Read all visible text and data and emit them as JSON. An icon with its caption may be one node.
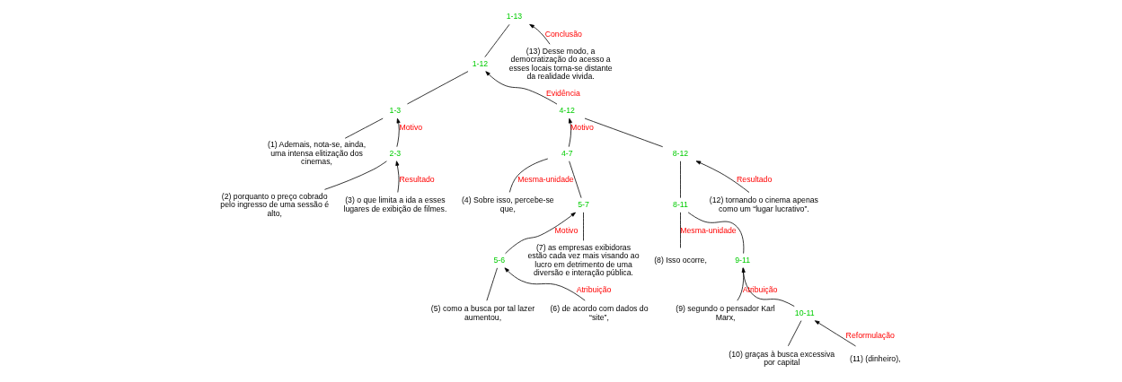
{
  "diagram": {
    "nodes": [
      {
        "text": [
          "1-13"
        ]
      },
      {
        "text": [
          "1-12"
        ]
      },
      {
        "text": [
          "(13) Desse modo, a democratização do acesso a esses locais torna-se distante da realidade vivida."
        ]
      },
      {
        "text": [
          "1-3"
        ]
      },
      {
        "text": [
          "4-12"
        ]
      },
      {
        "text": [
          "(1) Ademais, nota-se, ainda, uma intensa elitização dos cinemas,"
        ]
      },
      {
        "text": [
          "2-3"
        ]
      },
      {
        "text": [
          "4-7"
        ]
      },
      {
        "text": [
          "8-12"
        ]
      },
      {
        "text": [
          "(2) porquanto o preço cobrado pelo ingresso de uma sessão é alto,"
        ]
      },
      {
        "text": [
          "(3) o que limita a ida a esses lugares de exibição de filmes."
        ]
      },
      {
        "text": [
          "(4) Sobre isso, percebe-se que,"
        ]
      },
      {
        "text": [
          "5-7"
        ]
      },
      {
        "text": [
          "8-11"
        ]
      },
      {
        "text": [
          "(12) tornando o cinema apenas como um “lugar lucrativo”."
        ]
      },
      {
        "text": [
          "5-6"
        ]
      },
      {
        "text": [
          "(7) as empresas exibidoras estão cada vez mais visando ao lucro em detrimento de uma diversão e interação pública."
        ]
      },
      {
        "text": [
          "(8) Isso ocorre,"
        ]
      },
      {
        "text": [
          "9-11"
        ]
      },
      {
        "text": [
          "(5) como a busca por tal lazer aumentou,"
        ]
      },
      {
        "text": [
          "(6) de acordo com dados do “site”,"
        ]
      },
      {
        "text": [
          "(9) segundo o pensador Karl Marx,"
        ]
      },
      {
        "text": [
          "10-11"
        ]
      },
      {
        "text": [
          "(10) graças à busca excessiva por capital"
        ]
      },
      {
        "text": [
          "(11) (dinheiro),"
        ]
      }
    ],
    "edges": [
      {
        "from": 0,
        "to": 1,
        "arrow": "none"
      },
      {
        "from": 2,
        "to": 0,
        "arrow": "to",
        "label": "Conclusão"
      },
      {
        "from": 1,
        "to": 3,
        "arrow": "none"
      },
      {
        "from": 4,
        "to": 1,
        "arrow": "to",
        "label": "Evidência"
      },
      {
        "from": 3,
        "to": 5,
        "arrow": "none"
      },
      {
        "from": 6,
        "to": 3,
        "arrow": "to",
        "label": "Motivo"
      },
      {
        "from": 6,
        "to": 9,
        "arrow": "none"
      },
      {
        "from": 10,
        "to": 6,
        "arrow": "to",
        "label": "Resultado"
      },
      {
        "from": 4,
        "to": 8,
        "arrow": "none"
      },
      {
        "from": 7,
        "to": 4,
        "arrow": "to",
        "label": "Motivo"
      },
      {
        "from": 7,
        "to": 11,
        "arrow": "none",
        "label": "Mesma-unidade"
      },
      {
        "from": 7,
        "to": 12,
        "arrow": "none"
      },
      {
        "from": 12,
        "to": 16,
        "arrow": "none"
      },
      {
        "from": 15,
        "to": 12,
        "arrow": "to",
        "label": "Motivo"
      },
      {
        "from": 15,
        "to": 19,
        "arrow": "none"
      },
      {
        "from": 20,
        "to": 15,
        "arrow": "to",
        "label": "Atribuição"
      },
      {
        "from": 8,
        "to": 13,
        "arrow": "none"
      },
      {
        "from": 14,
        "to": 8,
        "arrow": "to",
        "label": "Resultado"
      },
      {
        "from": 13,
        "to": 17,
        "arrow": "none",
        "label": "Mesma-unidade"
      },
      {
        "from": 13,
        "to": 18,
        "arrow": "none"
      },
      {
        "from": 18,
        "to": 22,
        "arrow": "none"
      },
      {
        "from": 21,
        "to": 18,
        "arrow": "to",
        "label": "Atribuição"
      },
      {
        "from": 22,
        "to": 23,
        "arrow": "none"
      },
      {
        "from": 24,
        "to": 22,
        "arrow": "to",
        "label": "Reformulação"
      }
    ]
  }
}
